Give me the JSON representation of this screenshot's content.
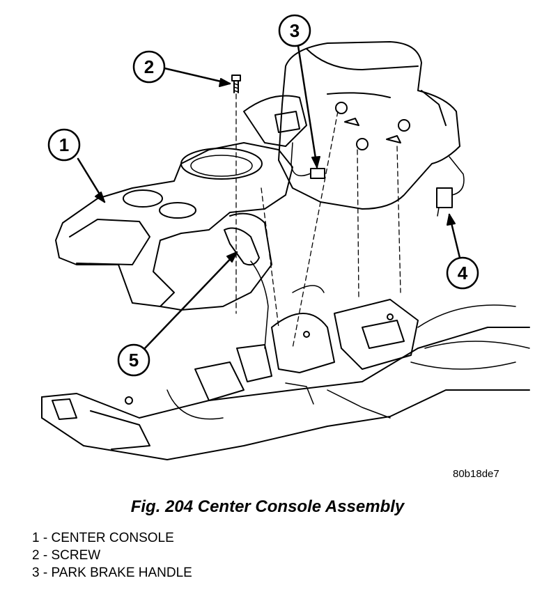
{
  "figure": {
    "image_id": "80b18de7",
    "caption": "Fig. 204 Center Console Assembly"
  },
  "callouts": [
    {
      "number": "1",
      "part": "CENTER CONSOLE"
    },
    {
      "number": "2",
      "part": "SCREW"
    },
    {
      "number": "3",
      "part": "PARK BRAKE HANDLE"
    },
    {
      "number": "4",
      "part": ""
    },
    {
      "number": "5",
      "part": ""
    }
  ],
  "legend": [
    {
      "number": "1",
      "separator": " - ",
      "label": "CENTER CONSOLE"
    },
    {
      "number": "2",
      "separator": " - ",
      "label": "SCREW"
    },
    {
      "number": "3",
      "separator": " - ",
      "label": "PARK BRAKE HANDLE"
    }
  ]
}
